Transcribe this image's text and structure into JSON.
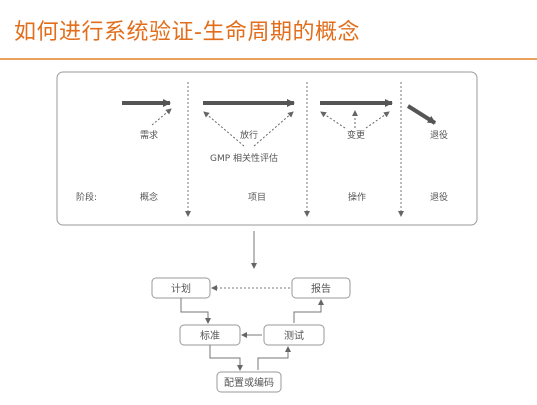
{
  "header": {
    "title": "如何进行系统验证-生命周期的概念"
  },
  "lifecycle": {
    "phase_label": "阶段:",
    "phases": [
      "概念",
      "项目",
      "操作",
      "退役"
    ],
    "activities": [
      "需求",
      "放行",
      "变更",
      "退役"
    ],
    "gmp_note": "GMP 相关性评估"
  },
  "v_model": {
    "plan": "计划",
    "report": "报告",
    "standard": "标准",
    "test": "测试",
    "config": "配置或编码"
  }
}
